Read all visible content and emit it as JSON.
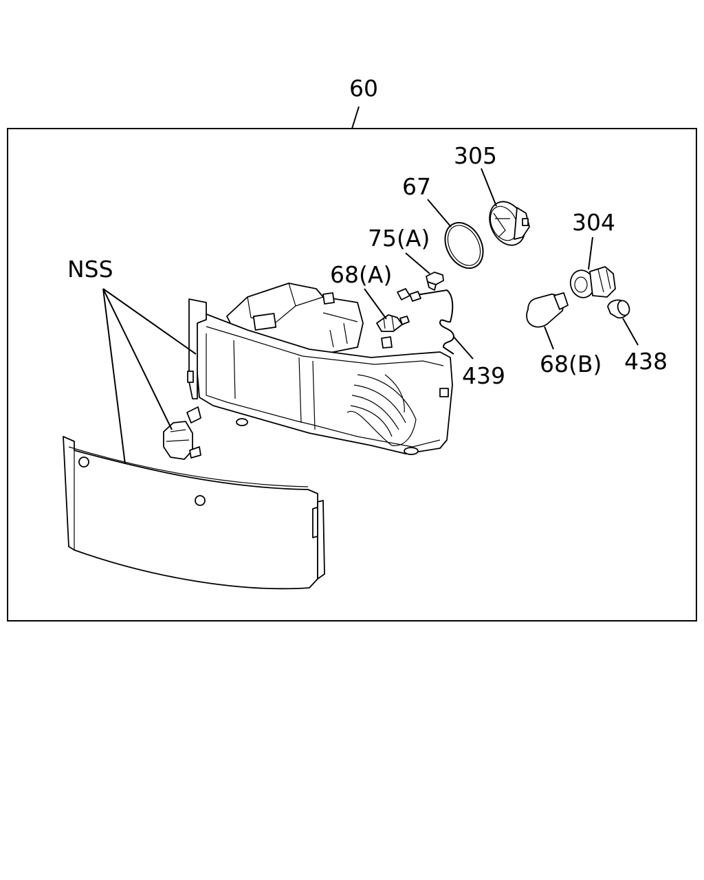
{
  "labels": {
    "assembly": "60",
    "nss": "NSS",
    "p67": "67",
    "p305": "305",
    "p304": "304",
    "p75a": "75(A)",
    "p68a": "68(A)",
    "p68b": "68(B)",
    "p438": "438",
    "p439": "439"
  }
}
